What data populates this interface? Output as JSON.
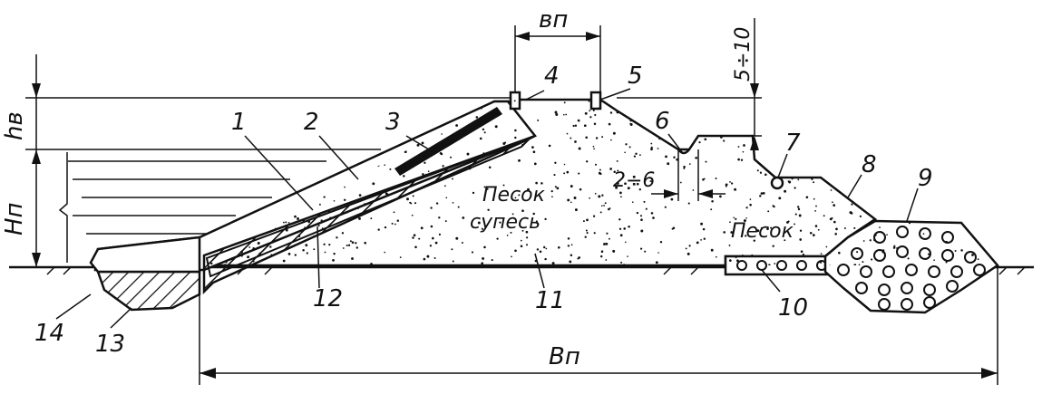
{
  "dimensions": {
    "crest_width": "вп",
    "base_width": "Вп",
    "wave_height": "hв",
    "water_depth": "Нп",
    "berm_offset": "5÷10",
    "drain_offset": "2÷6"
  },
  "materials": {
    "core": "Песок",
    "core_line2": "супесь",
    "berm_fill": "Песок"
  },
  "callouts": [
    "1",
    "2",
    "3",
    "4",
    "5",
    "6",
    "7",
    "8",
    "9",
    "10",
    "11",
    "12",
    "13",
    "14"
  ]
}
